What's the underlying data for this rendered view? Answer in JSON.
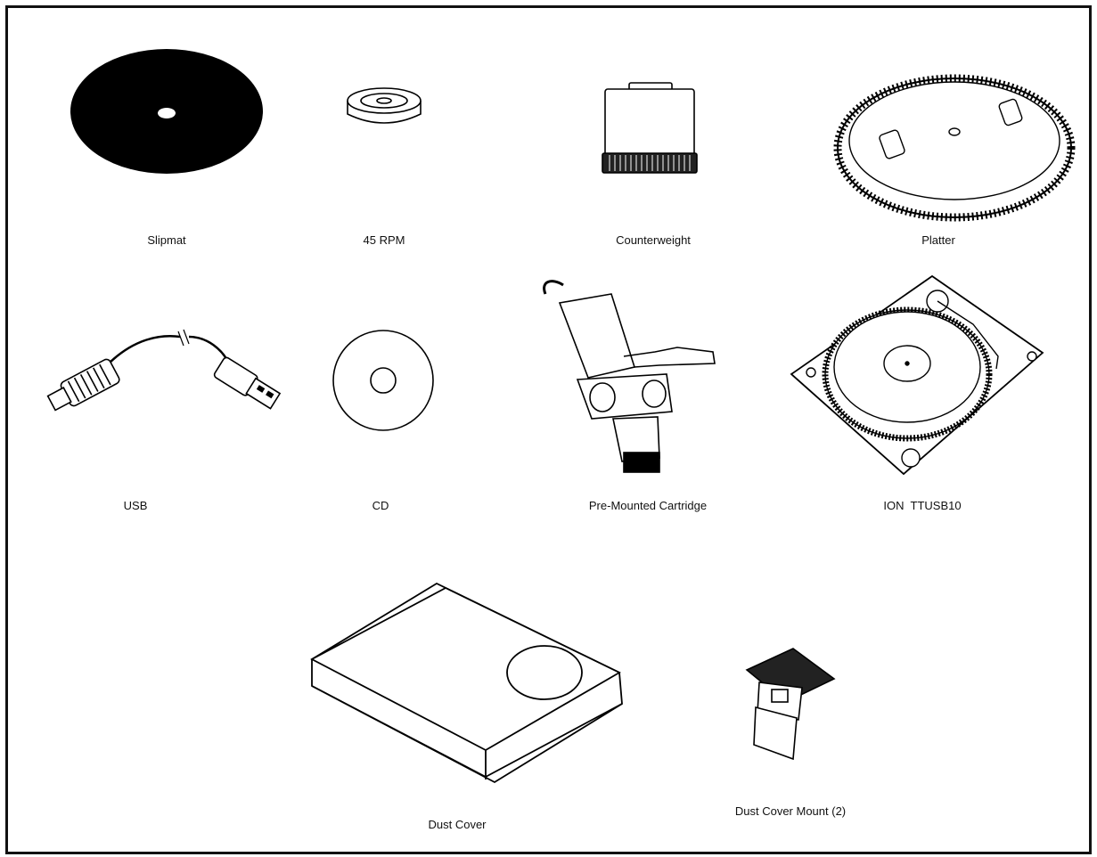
{
  "items": [
    {
      "key": "slipmat",
      "label": "Slipmat",
      "icon": "slipmat-icon"
    },
    {
      "key": "rpm45",
      "label": "45 RPM",
      "icon": "45-rpm-adapter-icon"
    },
    {
      "key": "counterweight",
      "label": "Counterweight",
      "icon": "counterweight-icon"
    },
    {
      "key": "platter",
      "label": "Platter",
      "icon": "platter-icon"
    },
    {
      "key": "usb",
      "label": "USB",
      "icon": "usb-cable-icon"
    },
    {
      "key": "cd",
      "label": "CD",
      "icon": "cd-icon"
    },
    {
      "key": "cartridge",
      "label": "Pre-Mounted Cartridge",
      "icon": "headshell-cartridge-icon"
    },
    {
      "key": "turntable",
      "label": "ION  TTUSB10",
      "icon": "turntable-icon"
    },
    {
      "key": "dustcover",
      "label": "Dust Cover",
      "icon": "dust-cover-icon"
    },
    {
      "key": "dustmount",
      "label": "Dust Cover Mount (2)",
      "icon": "dust-cover-mount-icon"
    }
  ]
}
